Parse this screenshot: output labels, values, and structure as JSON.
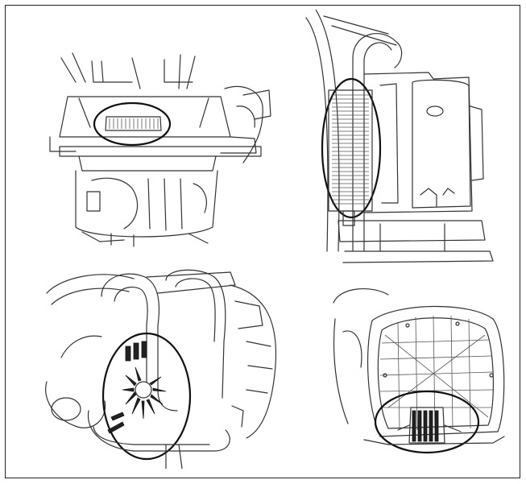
{
  "figure": {
    "panels": [
      {
        "id": "top-left",
        "icon": "blower-engine-front-view-icon",
        "highlight": "front-cooling-air-intake"
      },
      {
        "id": "top-right",
        "icon": "blower-engine-side-view-icon",
        "highlight": "cylinder-cooling-fins"
      },
      {
        "id": "bottom-left",
        "icon": "blower-backpack-frame-view-icon",
        "highlight": "fan-housing-air-vents"
      },
      {
        "id": "bottom-right",
        "icon": "blower-intake-grille-view-icon",
        "highlight": "intake-screen"
      }
    ],
    "colors": {
      "line": "#333333",
      "frame": "#222222",
      "background": "#ffffff"
    }
  }
}
